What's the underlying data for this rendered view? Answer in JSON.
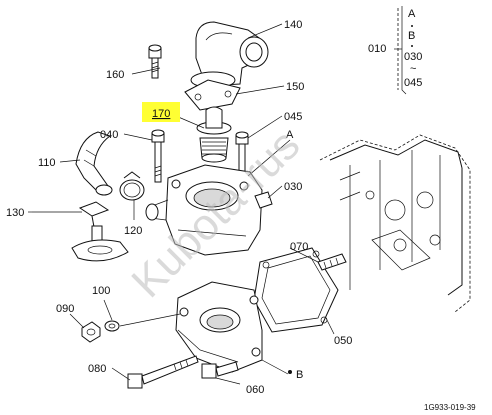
{
  "labels": {
    "p010": "010",
    "p030": "030",
    "p040": "040",
    "p045": "045",
    "p050": "050",
    "p060": "060",
    "p070": "070",
    "p080": "080",
    "p090": "090",
    "p100": "100",
    "p110": "110",
    "p120": "120",
    "p130": "130",
    "p140": "140",
    "p150": "150",
    "p160": "160",
    "p170": "170"
  },
  "legend": {
    "a": "A",
    "b": "B",
    "from": "030",
    "tilde": "~",
    "to": "045"
  },
  "refs": {
    "a": "A",
    "b": "B"
  },
  "watermark": "Kubota-rus",
  "figure_code": "1G933-019-39",
  "colors": {
    "highlight": "#ffff33",
    "line": "#111111"
  }
}
